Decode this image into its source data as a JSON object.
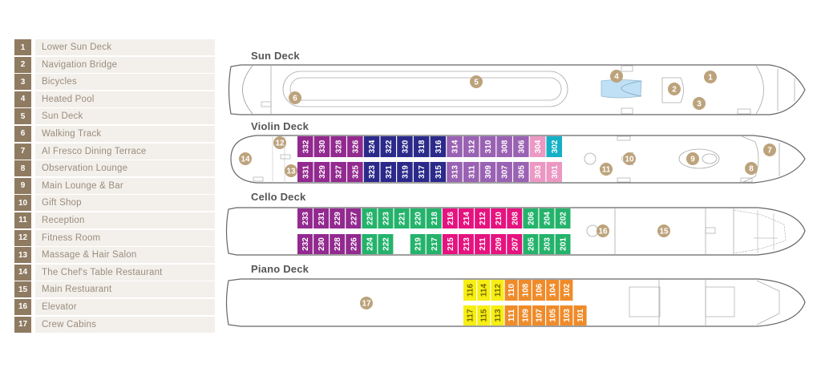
{
  "legend": [
    {
      "num": "1",
      "label": "Lower Sun Deck"
    },
    {
      "num": "2",
      "label": "Navigation Bridge"
    },
    {
      "num": "3",
      "label": "Bicycles"
    },
    {
      "num": "4",
      "label": "Heated Pool"
    },
    {
      "num": "5",
      "label": "Sun Deck"
    },
    {
      "num": "6",
      "label": "Walking Track"
    },
    {
      "num": "7",
      "label": "Al Fresco Dining Terrace"
    },
    {
      "num": "8",
      "label": "Observation Lounge"
    },
    {
      "num": "9",
      "label": "Main Lounge & Bar"
    },
    {
      "num": "10",
      "label": "Gift Shop"
    },
    {
      "num": "11",
      "label": "Reception"
    },
    {
      "num": "12",
      "label": "Fitness Room"
    },
    {
      "num": "13",
      "label": "Massage & Hair Salon"
    },
    {
      "num": "14",
      "label": "The Chef's Table Restaurant"
    },
    {
      "num": "15",
      "label": "Main Restuarant"
    },
    {
      "num": "16",
      "label": "Elevator"
    },
    {
      "num": "17",
      "label": "Crew Cabins"
    }
  ],
  "colors": {
    "legend_number_bg": "#8f7b62",
    "legend_label_bg": "#f3f0ec",
    "marker": "#bca37c",
    "pool": "#bfe0f5",
    "cabin_dark_purple": "#922a8f",
    "cabin_navy": "#2b2a8a",
    "cabin_lavender": "#9a62b3",
    "cabin_pink": "#eb98c3",
    "cabin_teal": "#15b0c6",
    "cabin_green": "#25b36c",
    "cabin_magenta": "#e5137f",
    "cabin_yellow": "#f6ee14",
    "cabin_orange": "#f08b2a"
  },
  "decks": {
    "sun": {
      "title": "Sun Deck",
      "markers": [
        "1",
        "2",
        "3",
        "4",
        "5",
        "6"
      ]
    },
    "violin": {
      "title": "Violin Deck",
      "markers": [
        "7",
        "8",
        "9",
        "10",
        "11",
        "12",
        "13",
        "14"
      ],
      "top_row": [
        {
          "no": "332",
          "c": "cabin_dark_purple"
        },
        {
          "no": "330",
          "c": "cabin_dark_purple"
        },
        {
          "no": "328",
          "c": "cabin_dark_purple"
        },
        {
          "no": "326",
          "c": "cabin_dark_purple"
        },
        {
          "no": "324",
          "c": "cabin_navy"
        },
        {
          "no": "322",
          "c": "cabin_navy"
        },
        {
          "no": "320",
          "c": "cabin_navy"
        },
        {
          "no": "318",
          "c": "cabin_navy"
        },
        {
          "no": "316",
          "c": "cabin_navy"
        },
        {
          "no": "314",
          "c": "cabin_lavender"
        },
        {
          "no": "312",
          "c": "cabin_lavender"
        },
        {
          "no": "310",
          "c": "cabin_lavender"
        },
        {
          "no": "308",
          "c": "cabin_lavender"
        },
        {
          "no": "306",
          "c": "cabin_lavender"
        },
        {
          "no": "304",
          "c": "cabin_pink"
        },
        {
          "no": "302",
          "c": "cabin_teal"
        }
      ],
      "bottom_row": [
        {
          "no": "331",
          "c": "cabin_dark_purple"
        },
        {
          "no": "329",
          "c": "cabin_dark_purple"
        },
        {
          "no": "327",
          "c": "cabin_dark_purple"
        },
        {
          "no": "325",
          "c": "cabin_dark_purple"
        },
        {
          "no": "323",
          "c": "cabin_navy"
        },
        {
          "no": "321",
          "c": "cabin_navy"
        },
        {
          "no": "319",
          "c": "cabin_navy"
        },
        {
          "no": "317",
          "c": "cabin_navy"
        },
        {
          "no": "315",
          "c": "cabin_navy"
        },
        {
          "no": "313",
          "c": "cabin_lavender"
        },
        {
          "no": "311",
          "c": "cabin_lavender"
        },
        {
          "no": "309",
          "c": "cabin_lavender"
        },
        {
          "no": "307",
          "c": "cabin_lavender"
        },
        {
          "no": "305",
          "c": "cabin_lavender"
        },
        {
          "no": "303",
          "c": "cabin_pink"
        },
        {
          "no": "301",
          "c": "cabin_pink"
        }
      ]
    },
    "cello": {
      "title": "Cello Deck",
      "markers": [
        "15",
        "16"
      ],
      "top_row": [
        {
          "no": "233",
          "c": "cabin_dark_purple"
        },
        {
          "no": "231",
          "c": "cabin_dark_purple"
        },
        {
          "no": "229",
          "c": "cabin_dark_purple"
        },
        {
          "no": "227",
          "c": "cabin_dark_purple"
        },
        {
          "no": "225",
          "c": "cabin_green"
        },
        {
          "no": "223",
          "c": "cabin_green"
        },
        {
          "no": "221",
          "c": "cabin_green"
        },
        {
          "no": "220",
          "c": "cabin_green"
        },
        {
          "no": "218",
          "c": "cabin_green"
        },
        {
          "no": "216",
          "c": "cabin_magenta"
        },
        {
          "no": "214",
          "c": "cabin_magenta"
        },
        {
          "no": "212",
          "c": "cabin_magenta"
        },
        {
          "no": "210",
          "c": "cabin_magenta"
        },
        {
          "no": "208",
          "c": "cabin_magenta"
        },
        {
          "no": "206",
          "c": "cabin_green"
        },
        {
          "no": "204",
          "c": "cabin_green"
        },
        {
          "no": "202",
          "c": "cabin_green"
        }
      ],
      "bottom_row": [
        {
          "no": "232",
          "c": "cabin_dark_purple"
        },
        {
          "no": "230",
          "c": "cabin_dark_purple"
        },
        {
          "no": "228",
          "c": "cabin_dark_purple"
        },
        {
          "no": "226",
          "c": "cabin_dark_purple"
        },
        {
          "no": "224",
          "c": "cabin_green"
        },
        {
          "no": "222",
          "c": "cabin_green"
        },
        {
          "no": "",
          "c": "gap"
        },
        {
          "no": "219",
          "c": "cabin_green"
        },
        {
          "no": "217",
          "c": "cabin_green"
        },
        {
          "no": "215",
          "c": "cabin_magenta"
        },
        {
          "no": "213",
          "c": "cabin_magenta"
        },
        {
          "no": "211",
          "c": "cabin_magenta"
        },
        {
          "no": "209",
          "c": "cabin_magenta"
        },
        {
          "no": "207",
          "c": "cabin_magenta"
        },
        {
          "no": "205",
          "c": "cabin_green"
        },
        {
          "no": "203",
          "c": "cabin_green"
        },
        {
          "no": "201",
          "c": "cabin_green"
        }
      ]
    },
    "piano": {
      "title": "Piano Deck",
      "markers": [
        "17"
      ],
      "top_row": [
        {
          "no": "116",
          "c": "cabin_yellow"
        },
        {
          "no": "114",
          "c": "cabin_yellow"
        },
        {
          "no": "112",
          "c": "cabin_yellow"
        },
        {
          "no": "110",
          "c": "cabin_orange"
        },
        {
          "no": "108",
          "c": "cabin_orange"
        },
        {
          "no": "106",
          "c": "cabin_orange"
        },
        {
          "no": "104",
          "c": "cabin_orange"
        },
        {
          "no": "102",
          "c": "cabin_orange"
        }
      ],
      "bottom_row": [
        {
          "no": "117",
          "c": "cabin_yellow"
        },
        {
          "no": "115",
          "c": "cabin_yellow"
        },
        {
          "no": "113",
          "c": "cabin_yellow"
        },
        {
          "no": "111",
          "c": "cabin_orange"
        },
        {
          "no": "109",
          "c": "cabin_orange"
        },
        {
          "no": "107",
          "c": "cabin_orange"
        },
        {
          "no": "105",
          "c": "cabin_orange"
        },
        {
          "no": "103",
          "c": "cabin_orange"
        },
        {
          "no": "101",
          "c": "cabin_orange"
        }
      ]
    }
  }
}
